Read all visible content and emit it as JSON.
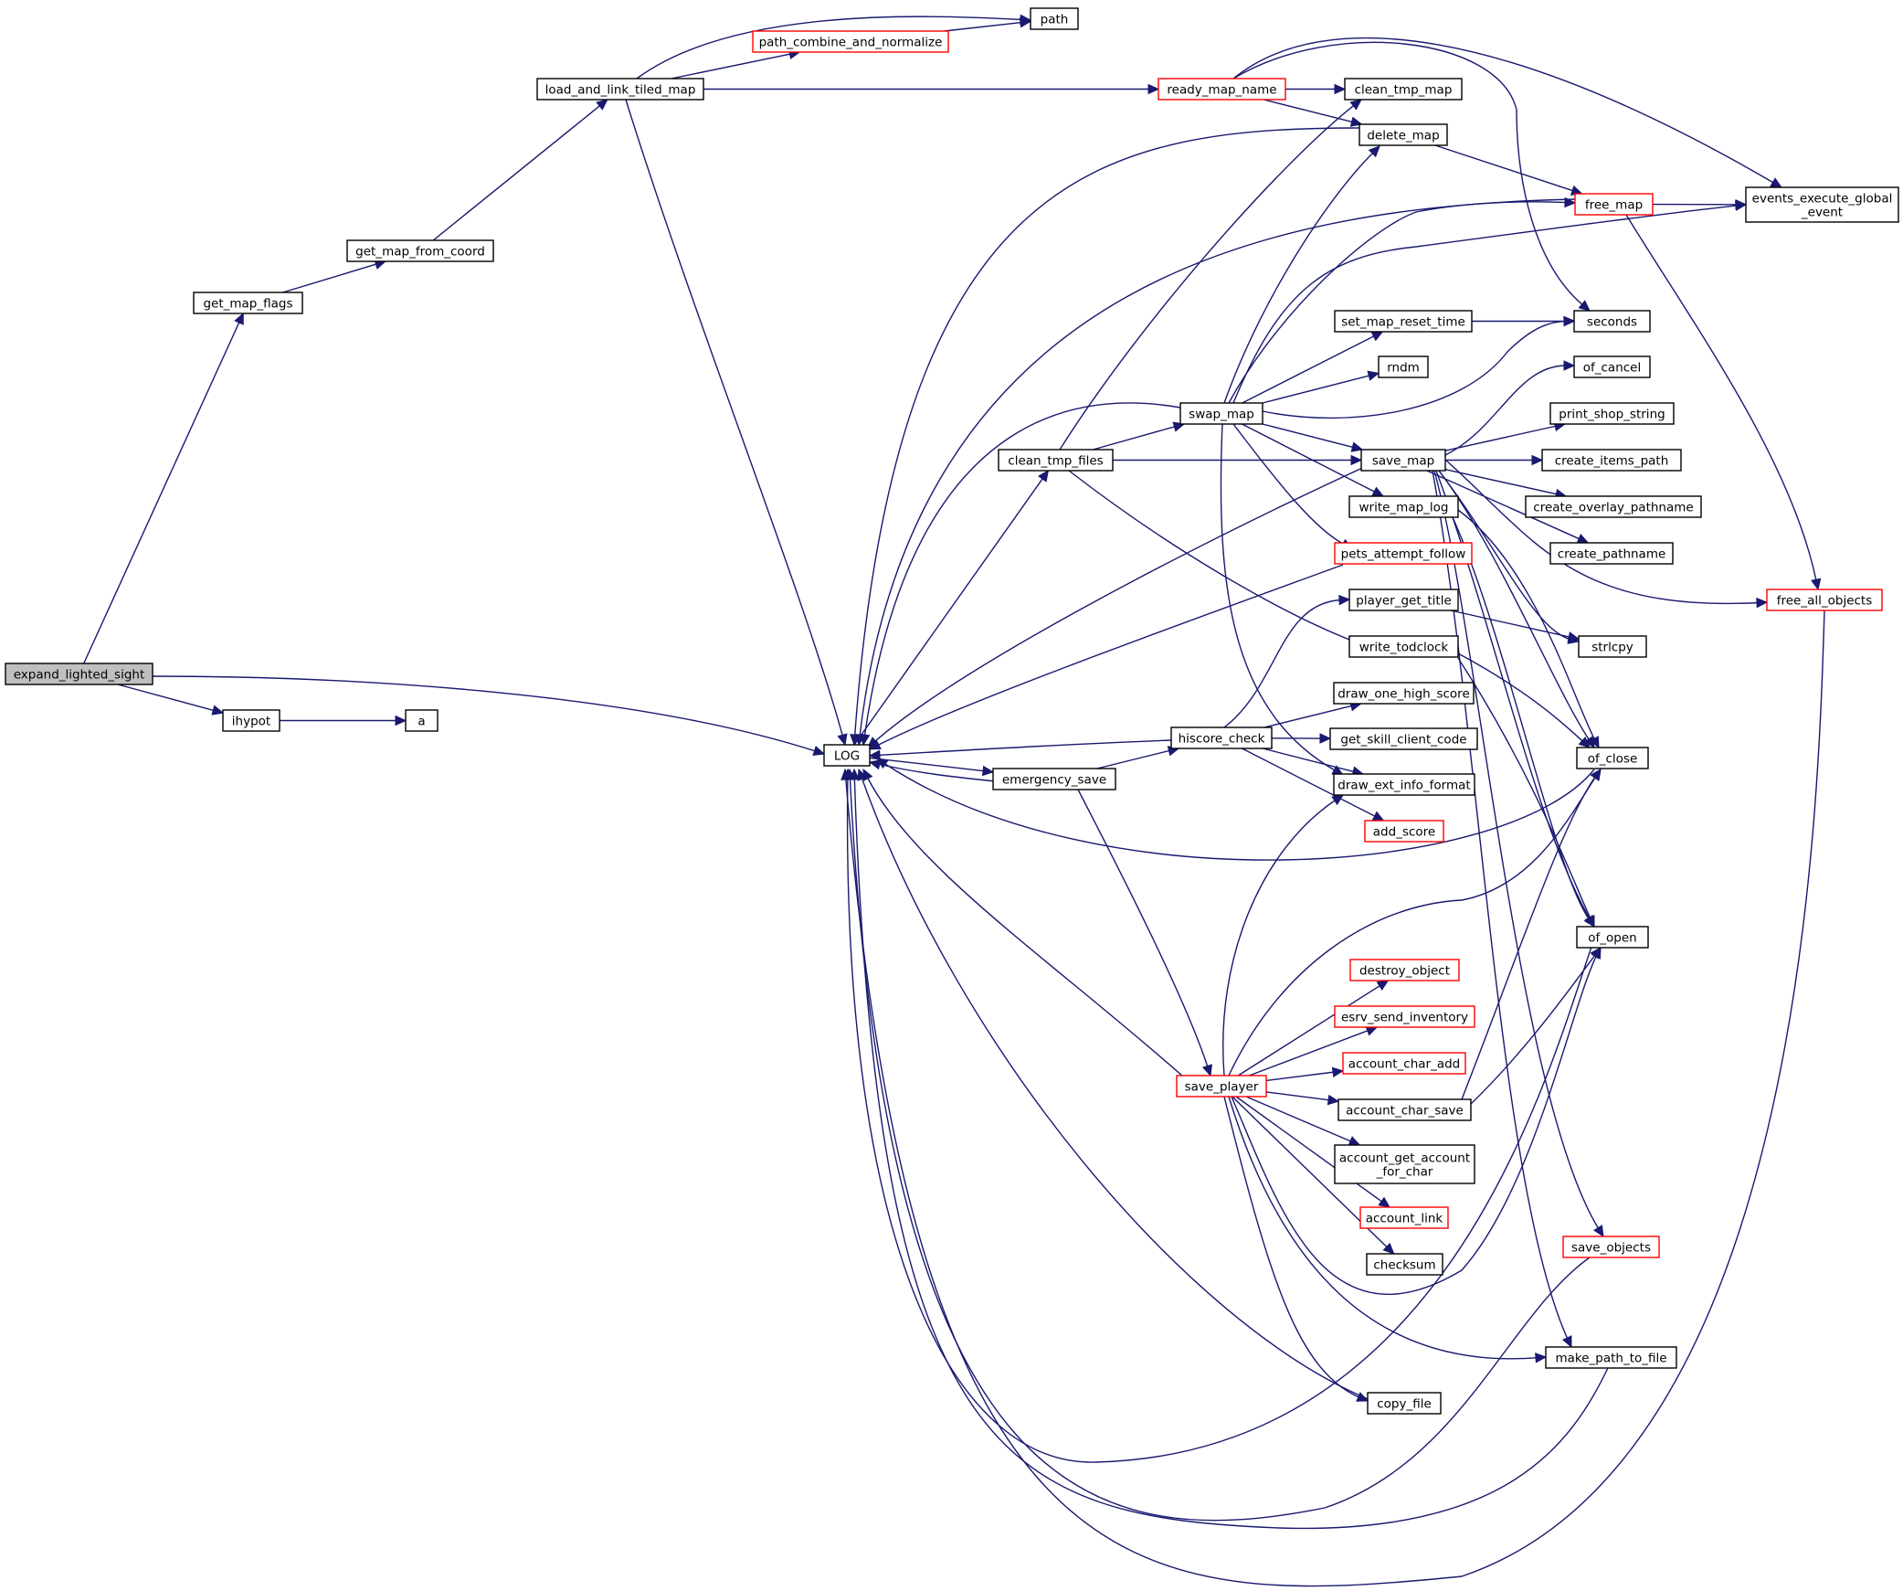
{
  "graph": {
    "edge_color": "#191970",
    "node_border_color": "#000000",
    "truncated_node_border_color": "#ff0000",
    "root_fill_color": "#bfbfbf",
    "nodes": {
      "expand_lighted_sight": {
        "label": "expand_lighted_sight",
        "root": true
      },
      "get_map_flags": {
        "label": "get_map_flags"
      },
      "get_map_from_coord": {
        "label": "get_map_from_coord"
      },
      "load_and_link_tiled_map": {
        "label": "load_and_link_tiled_map"
      },
      "path_combine_and_normalize": {
        "label": "path_combine_and_normalize",
        "red": true
      },
      "path": {
        "label": "path"
      },
      "ihypot": {
        "label": "ihypot"
      },
      "a": {
        "label": "a"
      },
      "LOG": {
        "label": "LOG"
      },
      "clean_tmp_files": {
        "label": "clean_tmp_files"
      },
      "emergency_save": {
        "label": "emergency_save"
      },
      "swap_map": {
        "label": "swap_map"
      },
      "hiscore_check": {
        "label": "hiscore_check"
      },
      "save_player": {
        "label": "save_player",
        "red": true
      },
      "ready_map_name": {
        "label": "ready_map_name",
        "red": true
      },
      "clean_tmp_map": {
        "label": "clean_tmp_map"
      },
      "delete_map": {
        "label": "delete_map"
      },
      "set_map_reset_time": {
        "label": "set_map_reset_time"
      },
      "rndm": {
        "label": "rndm"
      },
      "save_map": {
        "label": "save_map"
      },
      "write_map_log": {
        "label": "write_map_log"
      },
      "pets_attempt_follow": {
        "label": "pets_attempt_follow",
        "red": true
      },
      "player_get_title": {
        "label": "player_get_title"
      },
      "write_todclock": {
        "label": "write_todclock"
      },
      "draw_one_high_score": {
        "label": "draw_one_high_score"
      },
      "get_skill_client_code": {
        "label": "get_skill_client_code"
      },
      "draw_ext_info_format": {
        "label": "draw_ext_info_format"
      },
      "add_score": {
        "label": "add_score",
        "red": true
      },
      "destroy_object": {
        "label": "destroy_object",
        "red": true
      },
      "esrv_send_inventory": {
        "label": "esrv_send_inventory",
        "red": true
      },
      "account_char_add": {
        "label": "account_char_add",
        "red": true
      },
      "account_char_save": {
        "label": "account_char_save"
      },
      "account_get_account_for_char": {
        "label": "account_get_account_for_char",
        "label_lines": [
          "account_get_account",
          "_for_char"
        ]
      },
      "account_link": {
        "label": "account_link",
        "red": true
      },
      "checksum": {
        "label": "checksum"
      },
      "copy_file": {
        "label": "copy_file"
      },
      "free_map": {
        "label": "free_map",
        "red": true
      },
      "events_execute_global_event": {
        "label": "events_execute_global_event",
        "label_lines": [
          "events_execute_global",
          "_event"
        ]
      },
      "seconds": {
        "label": "seconds"
      },
      "of_cancel": {
        "label": "of_cancel"
      },
      "print_shop_string": {
        "label": "print_shop_string"
      },
      "create_items_path": {
        "label": "create_items_path"
      },
      "create_overlay_pathname": {
        "label": "create_overlay_pathname"
      },
      "create_pathname": {
        "label": "create_pathname"
      },
      "free_all_objects": {
        "label": "free_all_objects",
        "red": true
      },
      "strlcpy": {
        "label": "strlcpy"
      },
      "of_close": {
        "label": "of_close"
      },
      "of_open": {
        "label": "of_open"
      },
      "save_objects": {
        "label": "save_objects",
        "red": true
      },
      "make_path_to_file": {
        "label": "make_path_to_file"
      }
    },
    "edges": [
      [
        "expand_lighted_sight",
        "get_map_flags"
      ],
      [
        "expand_lighted_sight",
        "ihypot"
      ],
      [
        "expand_lighted_sight",
        "LOG"
      ],
      [
        "get_map_flags",
        "get_map_from_coord"
      ],
      [
        "get_map_from_coord",
        "load_and_link_tiled_map"
      ],
      [
        "load_and_link_tiled_map",
        "path"
      ],
      [
        "load_and_link_tiled_map",
        "path_combine_and_normalize"
      ],
      [
        "load_and_link_tiled_map",
        "ready_map_name"
      ],
      [
        "load_and_link_tiled_map",
        "LOG"
      ],
      [
        "path_combine_and_normalize",
        "path"
      ],
      [
        "ihypot",
        "a"
      ],
      [
        "LOG",
        "clean_tmp_files"
      ],
      [
        "LOG",
        "emergency_save"
      ],
      [
        "clean_tmp_files",
        "swap_map"
      ],
      [
        "clean_tmp_files",
        "save_map"
      ],
      [
        "clean_tmp_files",
        "clean_tmp_map"
      ],
      [
        "clean_tmp_files",
        "write_todclock"
      ],
      [
        "emergency_save",
        "LOG"
      ],
      [
        "emergency_save",
        "hiscore_check"
      ],
      [
        "emergency_save",
        "save_player"
      ],
      [
        "swap_map",
        "LOG"
      ],
      [
        "swap_map",
        "delete_map"
      ],
      [
        "swap_map",
        "free_map"
      ],
      [
        "swap_map",
        "events_execute_global_event"
      ],
      [
        "swap_map",
        "set_map_reset_time"
      ],
      [
        "swap_map",
        "rndm"
      ],
      [
        "swap_map",
        "seconds"
      ],
      [
        "swap_map",
        "save_map"
      ],
      [
        "swap_map",
        "write_map_log"
      ],
      [
        "swap_map",
        "pets_attempt_follow"
      ],
      [
        "swap_map",
        "draw_ext_info_format"
      ],
      [
        "hiscore_check",
        "LOG"
      ],
      [
        "hiscore_check",
        "player_get_title"
      ],
      [
        "hiscore_check",
        "draw_one_high_score"
      ],
      [
        "hiscore_check",
        "get_skill_client_code"
      ],
      [
        "hiscore_check",
        "draw_ext_info_format"
      ],
      [
        "hiscore_check",
        "add_score"
      ],
      [
        "save_player",
        "LOG"
      ],
      [
        "save_player",
        "draw_ext_info_format"
      ],
      [
        "save_player",
        "of_close"
      ],
      [
        "save_player",
        "destroy_object"
      ],
      [
        "save_player",
        "esrv_send_inventory"
      ],
      [
        "save_player",
        "account_char_add"
      ],
      [
        "save_player",
        "account_char_save"
      ],
      [
        "save_player",
        "account_get_account_for_char"
      ],
      [
        "save_player",
        "account_link"
      ],
      [
        "save_player",
        "checksum"
      ],
      [
        "save_player",
        "copy_file"
      ],
      [
        "save_player",
        "make_path_to_file"
      ],
      [
        "save_player",
        "of_open"
      ],
      [
        "ready_map_name",
        "clean_tmp_map"
      ],
      [
        "ready_map_name",
        "delete_map"
      ],
      [
        "ready_map_name",
        "events_execute_global_event"
      ],
      [
        "ready_map_name",
        "seconds"
      ],
      [
        "delete_map",
        "LOG"
      ],
      [
        "delete_map",
        "free_map"
      ],
      [
        "free_map",
        "LOG"
      ],
      [
        "free_map",
        "events_execute_global_event"
      ],
      [
        "free_map",
        "free_all_objects"
      ],
      [
        "free_all_objects",
        "LOG"
      ],
      [
        "set_map_reset_time",
        "seconds"
      ],
      [
        "save_map",
        "LOG"
      ],
      [
        "save_map",
        "of_cancel"
      ],
      [
        "save_map",
        "print_shop_string"
      ],
      [
        "save_map",
        "create_items_path"
      ],
      [
        "save_map",
        "create_overlay_pathname"
      ],
      [
        "save_map",
        "create_pathname"
      ],
      [
        "save_map",
        "free_all_objects"
      ],
      [
        "save_map",
        "strlcpy"
      ],
      [
        "save_map",
        "of_close"
      ],
      [
        "save_map",
        "of_open"
      ],
      [
        "save_map",
        "save_objects"
      ],
      [
        "save_map",
        "make_path_to_file"
      ],
      [
        "write_map_log",
        "of_close"
      ],
      [
        "write_map_log",
        "of_open"
      ],
      [
        "pets_attempt_follow",
        "LOG"
      ],
      [
        "player_get_title",
        "strlcpy"
      ],
      [
        "write_todclock",
        "of_close"
      ],
      [
        "write_todclock",
        "of_open"
      ],
      [
        "account_char_save",
        "of_close"
      ],
      [
        "account_char_save",
        "of_open"
      ],
      [
        "of_close",
        "LOG"
      ],
      [
        "of_open",
        "LOG"
      ],
      [
        "save_objects",
        "LOG"
      ],
      [
        "make_path_to_file",
        "LOG"
      ],
      [
        "copy_file",
        "LOG"
      ]
    ]
  }
}
